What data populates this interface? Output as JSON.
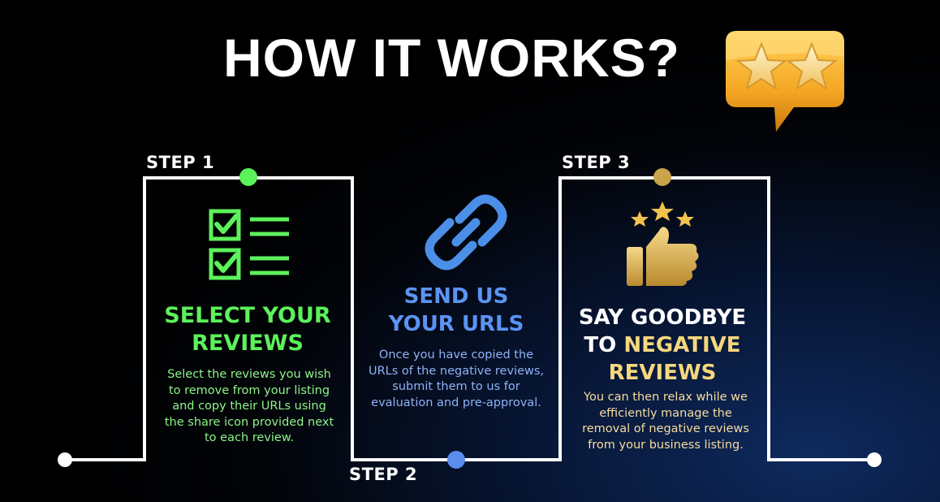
{
  "title": "HOW IT WORKS?",
  "colors": {
    "step1_accent": "#5cf25b",
    "step2_accent": "#3b82f6",
    "step3_accent": "#f5d77d",
    "line": "#ffffff"
  },
  "steps": [
    {
      "label": "STEP 1",
      "icon": "checklist-icon",
      "heading_line1": "SELECT YOUR",
      "heading_line2": "REVIEWS",
      "description": "Select the reviews you wish to remove from your listing and copy their URLs using the share icon provided next to each review."
    },
    {
      "label": "STEP 2",
      "icon": "chain-link-icon",
      "heading_line1": "SEND US",
      "heading_line2": "YOUR URLS",
      "description": "Once you have copied the URLs of the negative reviews, submit them to us for evaluation and pre-approval."
    },
    {
      "label": "STEP 3",
      "icon": "thumbs-up-stars-icon",
      "heading_line1": "SAY GOODBYE",
      "heading_line2": "TO NEGATIVE",
      "heading_line3": "REVIEWS",
      "description": "You can then relax while we efficiently manage the removal of negative reviews from your business listing."
    }
  ]
}
